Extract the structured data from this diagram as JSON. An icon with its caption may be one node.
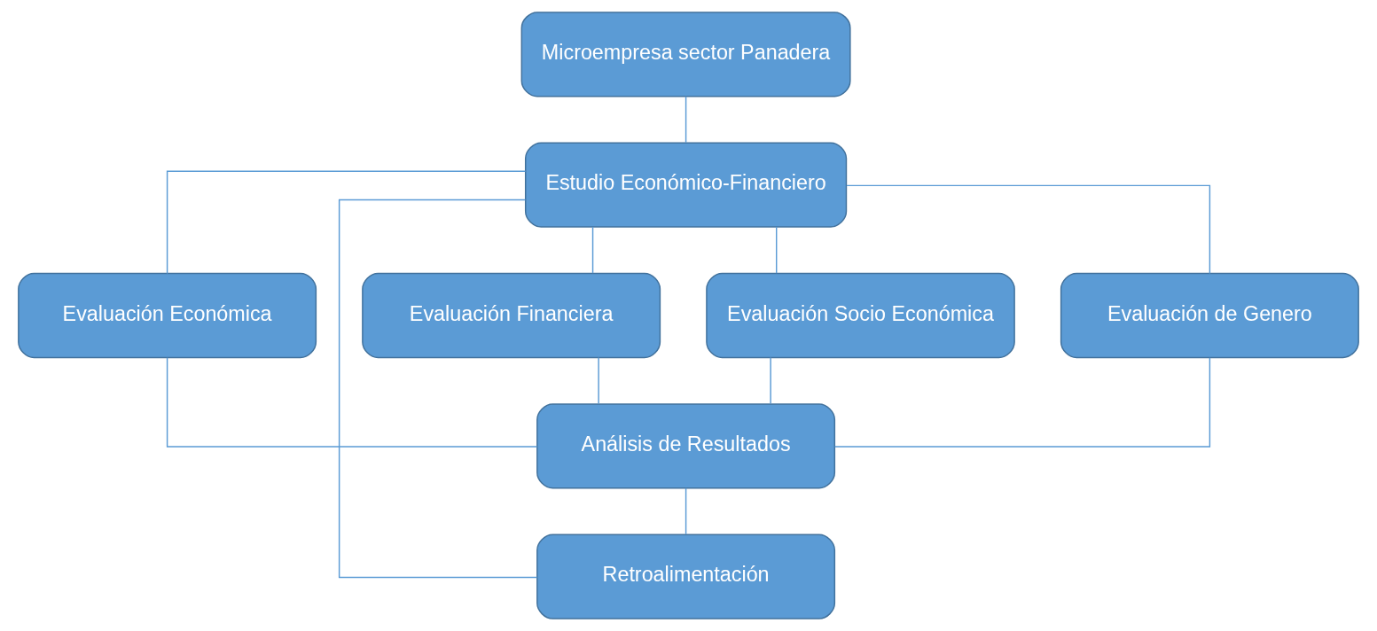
{
  "diagram": {
    "nodes": [
      {
        "text": [
          "Microempresa sector Panadera"
        ]
      },
      {
        "text": [
          "Estudio Económico-Financiero"
        ]
      },
      {
        "text": [
          "Evaluación Económica"
        ]
      },
      {
        "text": [
          "Evaluación Financiera"
        ]
      },
      {
        "text": [
          "Evaluación Socio Económica"
        ]
      },
      {
        "text": [
          "Evaluación de Genero"
        ]
      },
      {
        "text": [
          "Análisis de Resultados"
        ]
      },
      {
        "text": [
          "Retroalimentación"
        ]
      }
    ],
    "edges": [
      {
        "from": 0,
        "to": 1,
        "arrow": "none"
      },
      {
        "from": 1,
        "to": 2,
        "arrow": "none"
      },
      {
        "from": 1,
        "to": 3,
        "arrow": "none"
      },
      {
        "from": 1,
        "to": 4,
        "arrow": "none"
      },
      {
        "from": 1,
        "to": 5,
        "arrow": "none"
      },
      {
        "from": 2,
        "to": 6,
        "arrow": "none"
      },
      {
        "from": 3,
        "to": 6,
        "arrow": "none"
      },
      {
        "from": 4,
        "to": 6,
        "arrow": "none"
      },
      {
        "from": 5,
        "to": 6,
        "arrow": "none"
      },
      {
        "from": 6,
        "to": 7,
        "arrow": "none"
      },
      {
        "from": 7,
        "to": 1,
        "arrow": "none"
      }
    ]
  }
}
